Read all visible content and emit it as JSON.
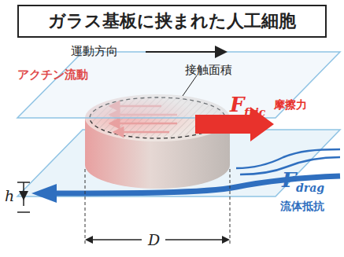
{
  "diagram": {
    "nodes": [
      {
        "text": [
          "ガラス基板に挟まれた人工細胞"
        ]
      }
    ],
    "labels": [
      "運動方向",
      "アクチン流動",
      "接触面積",
      "F",
      "fric",
      "摩擦力",
      "F",
      "drag",
      "流体抵抗",
      "h",
      "D"
    ]
  }
}
